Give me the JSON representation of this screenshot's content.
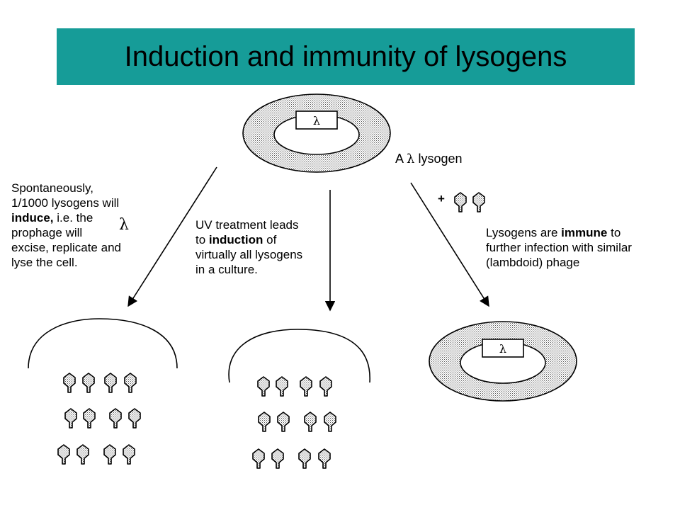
{
  "title": "Induction and immunity of lysogens",
  "lysogen_label": {
    "prefix": "A",
    "lambda": "λ",
    "suffix": "lysogen"
  },
  "plasmid_symbol": "λ",
  "plus_sign": "+",
  "spontaneous": {
    "line1": "Spontaneously,",
    "line2": "1/1000 lysogens will",
    "line3_bold": "induce,",
    "line3_rest": "i.e. the",
    "lambda": "λ",
    "line4": "prophage will",
    "line5": "excise, replicate and",
    "line6": "lyse the cell."
  },
  "uv": {
    "line1": "UV treatment leads",
    "line2_pre": "to",
    "line2_bold": "induction",
    "line2_post": "of",
    "line3": "virtually all lysogens",
    "line4": "in a culture."
  },
  "immunity": {
    "line1_pre": "Lysogens are",
    "line1_bold": "immune",
    "line1_post": "to",
    "line2": "further infection with similar",
    "line3": "(lambdoid) phage"
  },
  "colors": {
    "title_bar": "#169c98",
    "stipple": "#9a9a9a",
    "line": "#000000"
  }
}
